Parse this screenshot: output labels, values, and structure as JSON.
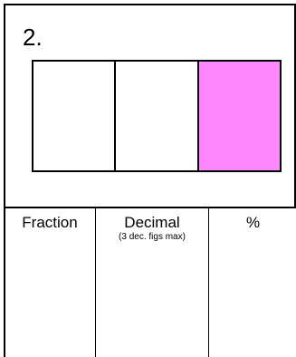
{
  "question": {
    "number": "2."
  },
  "bar_model": {
    "total_parts": 3,
    "shaded_parts": 1,
    "shade_color": "#ff88ff"
  },
  "answer_table": {
    "columns": [
      {
        "header": "Fraction",
        "subheader": ""
      },
      {
        "header": "Decimal",
        "subheader": "(3 dec. figs max)"
      },
      {
        "header": "%",
        "subheader": ""
      }
    ]
  }
}
